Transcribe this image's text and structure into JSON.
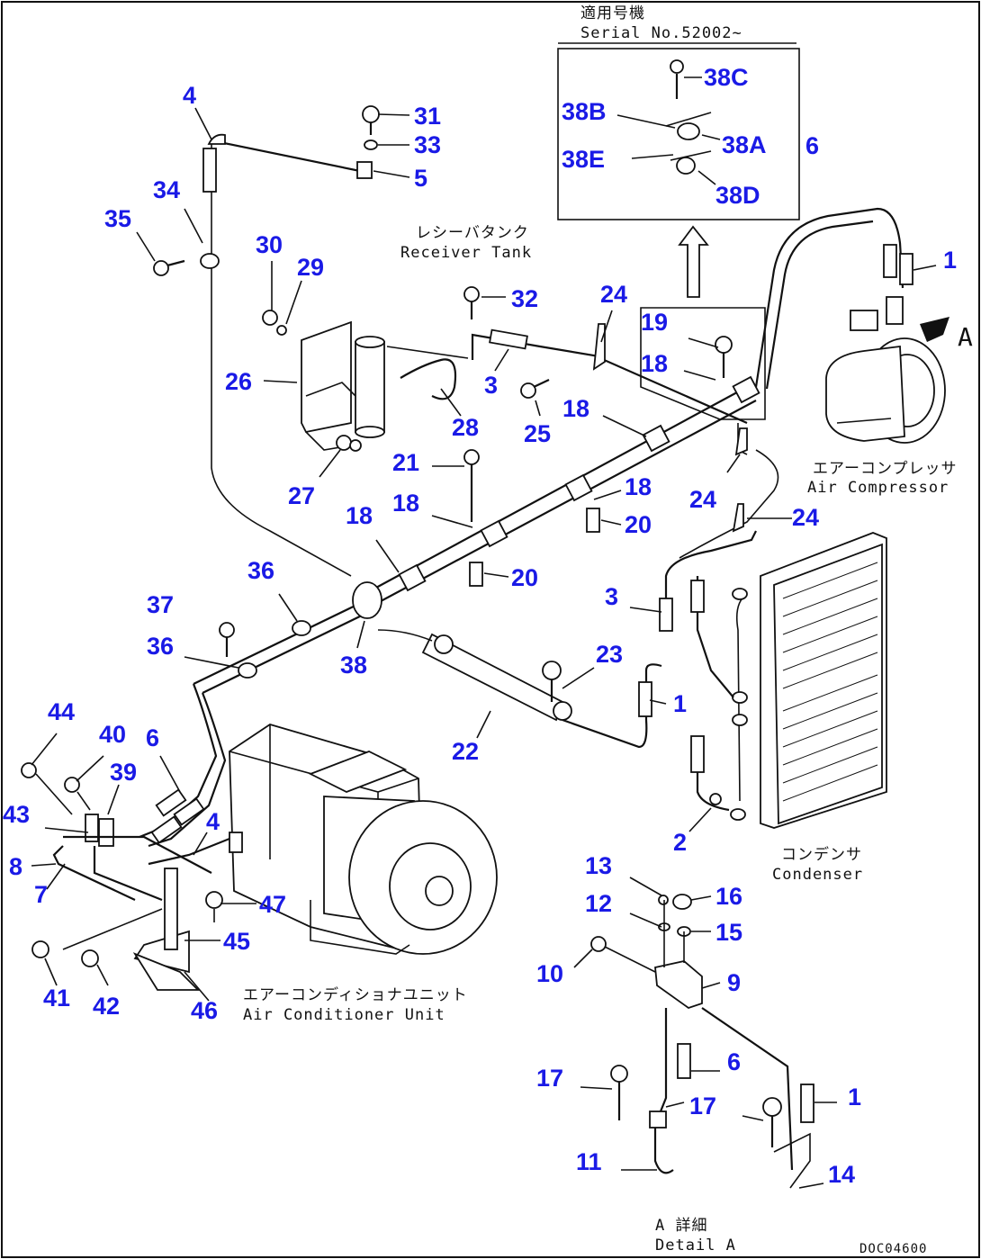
{
  "drawing_code": "DOC04600",
  "captions": {
    "serial_jp": "適用号機",
    "serial_en": "Serial No.52002~",
    "receiver_jp": "レシーバタンク",
    "receiver_en": "Receiver Tank",
    "compressor_jp": "エアーコンプレッサ",
    "compressor_en": "Air Compressor",
    "condenser_jp": "コンデンサ",
    "condenser_en": "Condenser",
    "acunit_jp": "エアーコンディショナユニット",
    "acunit_en": "Air Conditioner Unit",
    "detail_jp": "A 詳細",
    "detail_en": "Detail A",
    "view_marker": "A"
  },
  "part_labels": [
    {
      "id": "p4a",
      "text": "4"
    },
    {
      "id": "p31",
      "text": "31"
    },
    {
      "id": "p33",
      "text": "33"
    },
    {
      "id": "p5",
      "text": "5"
    },
    {
      "id": "p34",
      "text": "34"
    },
    {
      "id": "p35",
      "text": "35"
    },
    {
      "id": "p30",
      "text": "30"
    },
    {
      "id": "p29",
      "text": "29"
    },
    {
      "id": "p26",
      "text": "26"
    },
    {
      "id": "p27",
      "text": "27"
    },
    {
      "id": "p28",
      "text": "28"
    },
    {
      "id": "p32",
      "text": "32"
    },
    {
      "id": "p3a",
      "text": "3"
    },
    {
      "id": "p25",
      "text": "25"
    },
    {
      "id": "p24a",
      "text": "24"
    },
    {
      "id": "p19",
      "text": "19"
    },
    {
      "id": "p18a",
      "text": "18"
    },
    {
      "id": "p18b",
      "text": "18"
    },
    {
      "id": "p21",
      "text": "21"
    },
    {
      "id": "p18c",
      "text": "18"
    },
    {
      "id": "p18d",
      "text": "18"
    },
    {
      "id": "p18e",
      "text": "18"
    },
    {
      "id": "p20a",
      "text": "20"
    },
    {
      "id": "p20b",
      "text": "20"
    },
    {
      "id": "p24b",
      "text": "24"
    },
    {
      "id": "p24c",
      "text": "24"
    },
    {
      "id": "p6a",
      "text": "6"
    },
    {
      "id": "p1a",
      "text": "1"
    },
    {
      "id": "p38c",
      "text": "38C"
    },
    {
      "id": "p38b",
      "text": "38B"
    },
    {
      "id": "p38a",
      "text": "38A"
    },
    {
      "id": "p38e",
      "text": "38E"
    },
    {
      "id": "p38d",
      "text": "38D"
    },
    {
      "id": "p36a",
      "text": "36"
    },
    {
      "id": "p37",
      "text": "37"
    },
    {
      "id": "p36b",
      "text": "36"
    },
    {
      "id": "p38",
      "text": "38"
    },
    {
      "id": "p3b",
      "text": "3"
    },
    {
      "id": "p23",
      "text": "23"
    },
    {
      "id": "p1b",
      "text": "1"
    },
    {
      "id": "p22",
      "text": "22"
    },
    {
      "id": "p2",
      "text": "2"
    },
    {
      "id": "p44",
      "text": "44"
    },
    {
      "id": "p40",
      "text": "40"
    },
    {
      "id": "p6b",
      "text": "6"
    },
    {
      "id": "p39",
      "text": "39"
    },
    {
      "id": "p43",
      "text": "43"
    },
    {
      "id": "p8",
      "text": "8"
    },
    {
      "id": "p7",
      "text": "7"
    },
    {
      "id": "p4b",
      "text": "4"
    },
    {
      "id": "p47",
      "text": "47"
    },
    {
      "id": "p45",
      "text": "45"
    },
    {
      "id": "p41",
      "text": "41"
    },
    {
      "id": "p42",
      "text": "42"
    },
    {
      "id": "p46",
      "text": "46"
    },
    {
      "id": "p13",
      "text": "13"
    },
    {
      "id": "p16",
      "text": "16"
    },
    {
      "id": "p12",
      "text": "12"
    },
    {
      "id": "p15",
      "text": "15"
    },
    {
      "id": "p10",
      "text": "10"
    },
    {
      "id": "p9",
      "text": "9"
    },
    {
      "id": "p17a",
      "text": "17"
    },
    {
      "id": "p6c",
      "text": "6"
    },
    {
      "id": "p17b",
      "text": "17"
    },
    {
      "id": "p1c",
      "text": "1"
    },
    {
      "id": "p11",
      "text": "11"
    },
    {
      "id": "p14",
      "text": "14"
    }
  ],
  "colors": {
    "label": "#1a1ae6",
    "line": "#111111"
  }
}
